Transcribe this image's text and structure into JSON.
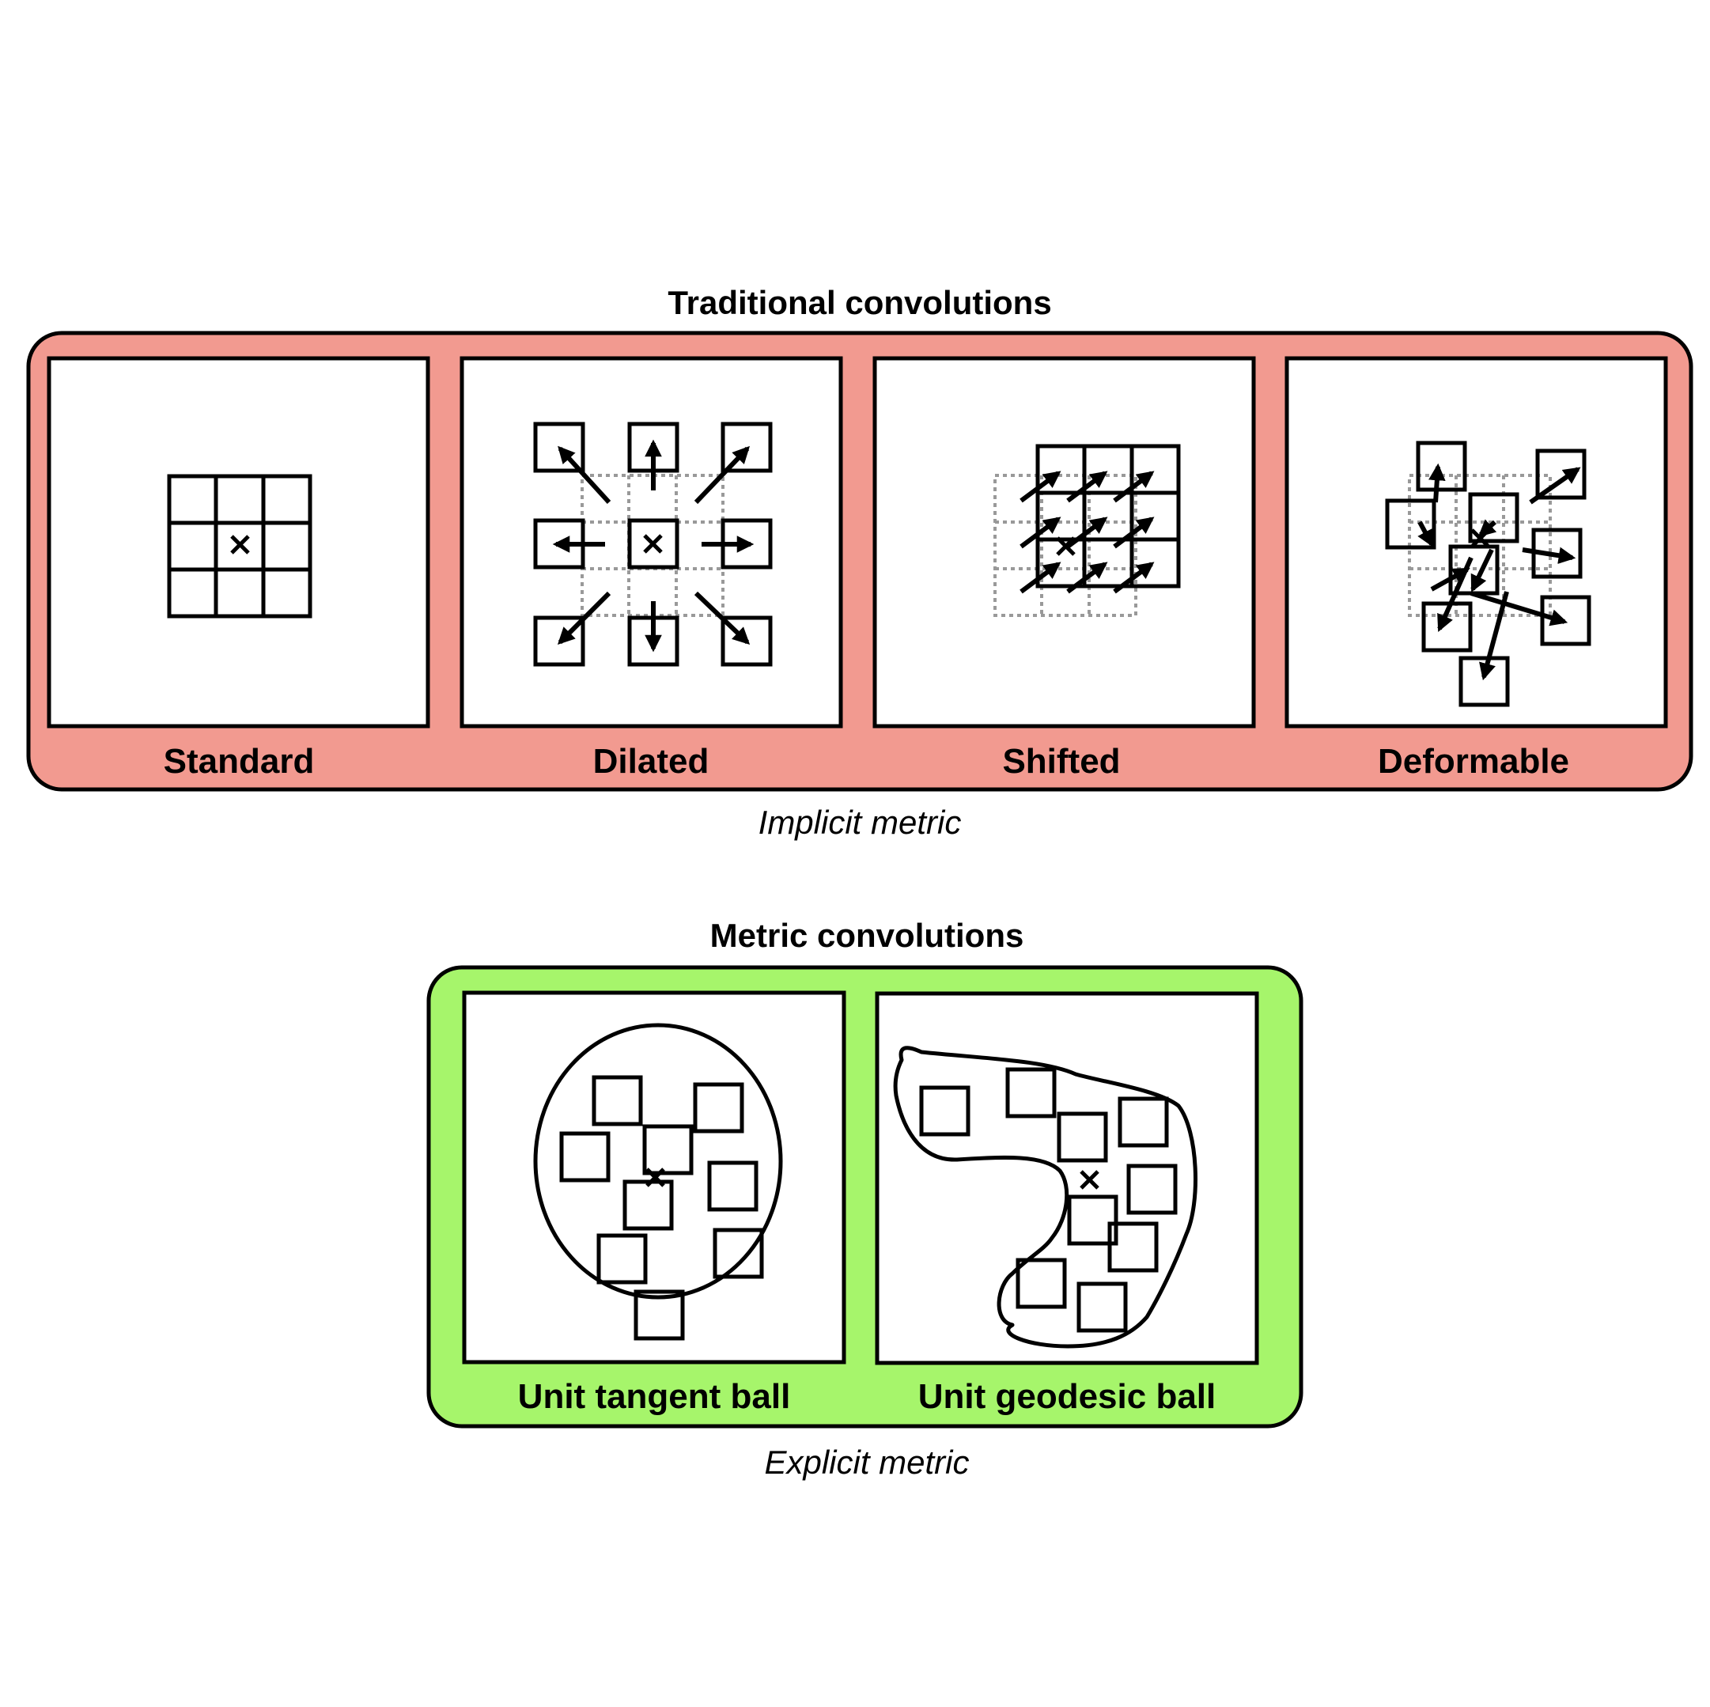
{
  "traditional": {
    "title": "Traditional convolutions",
    "caption": "Implicit metric",
    "fill_color": "#f29a90",
    "panels": [
      {
        "label": "Standard"
      },
      {
        "label": "Dilated"
      },
      {
        "label": "Shifted"
      },
      {
        "label": "Deformable"
      }
    ]
  },
  "metric": {
    "title": "Metric convolutions",
    "caption": "Explicit metric",
    "fill_color": "#a6f56b",
    "panels": [
      {
        "label": "Unit tangent ball"
      },
      {
        "label": "Unit geodesic ball"
      }
    ]
  },
  "colors": {
    "stroke": "#000000",
    "dotted_grid": "#999999",
    "panel_fill": "#ffffff"
  },
  "icons": {
    "center_marker": "x-mark-icon",
    "offset": "arrow-icon"
  }
}
